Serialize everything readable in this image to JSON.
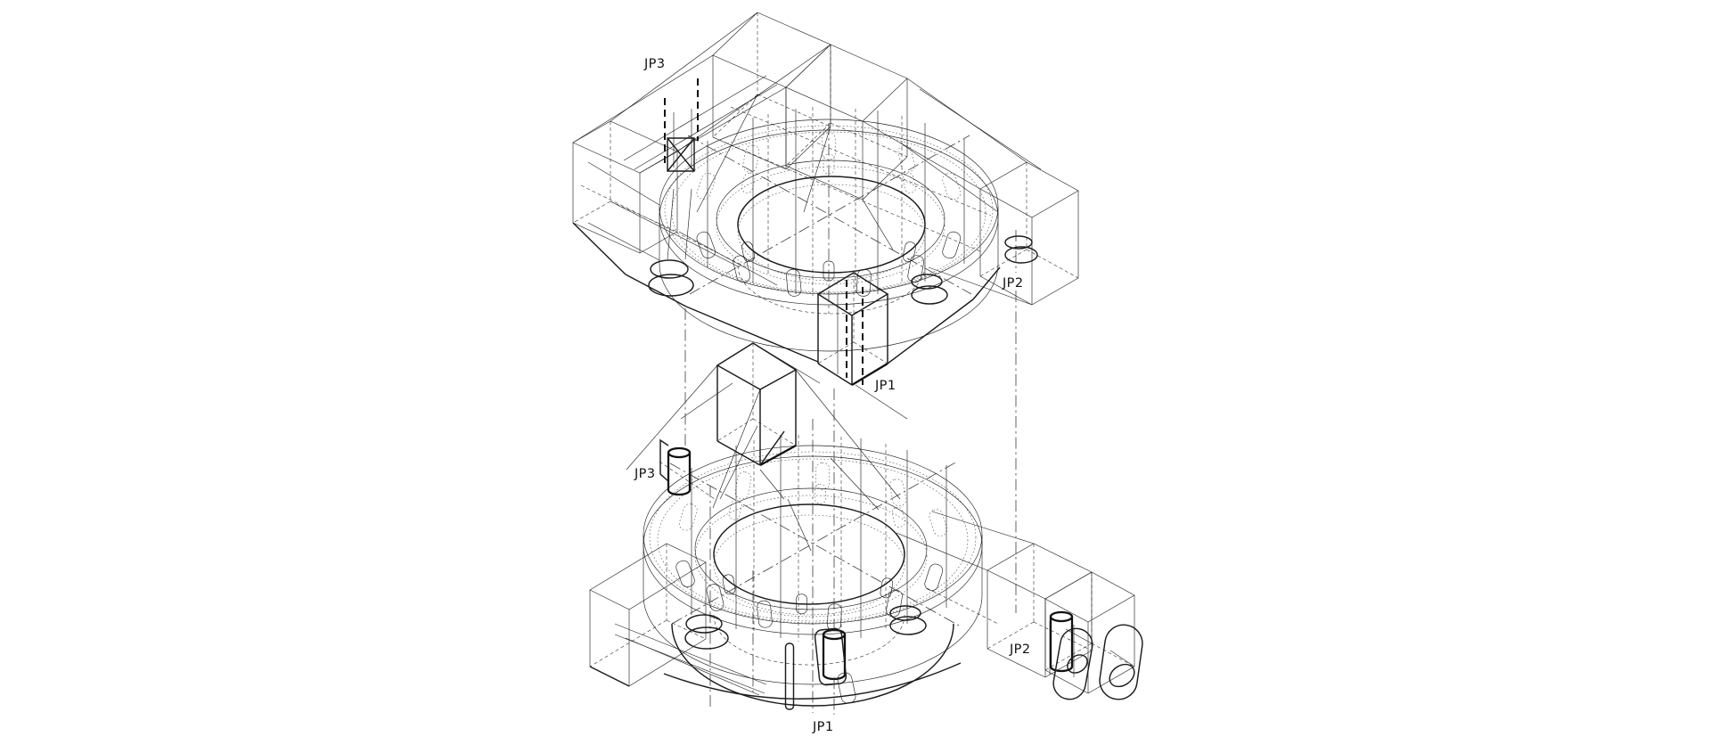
{
  "diagram": {
    "colors": {
      "background": "#ffffff",
      "line": "#1c1c1c",
      "centerline": "#3c3c3c"
    }
  },
  "labels": {
    "top_view": {
      "jp1": "JP1",
      "jp2": "JP2",
      "jp3": "JP3"
    },
    "bottom_view": {
      "jp1": "JP1",
      "jp2": "JP2",
      "jp3": "JP3"
    }
  }
}
